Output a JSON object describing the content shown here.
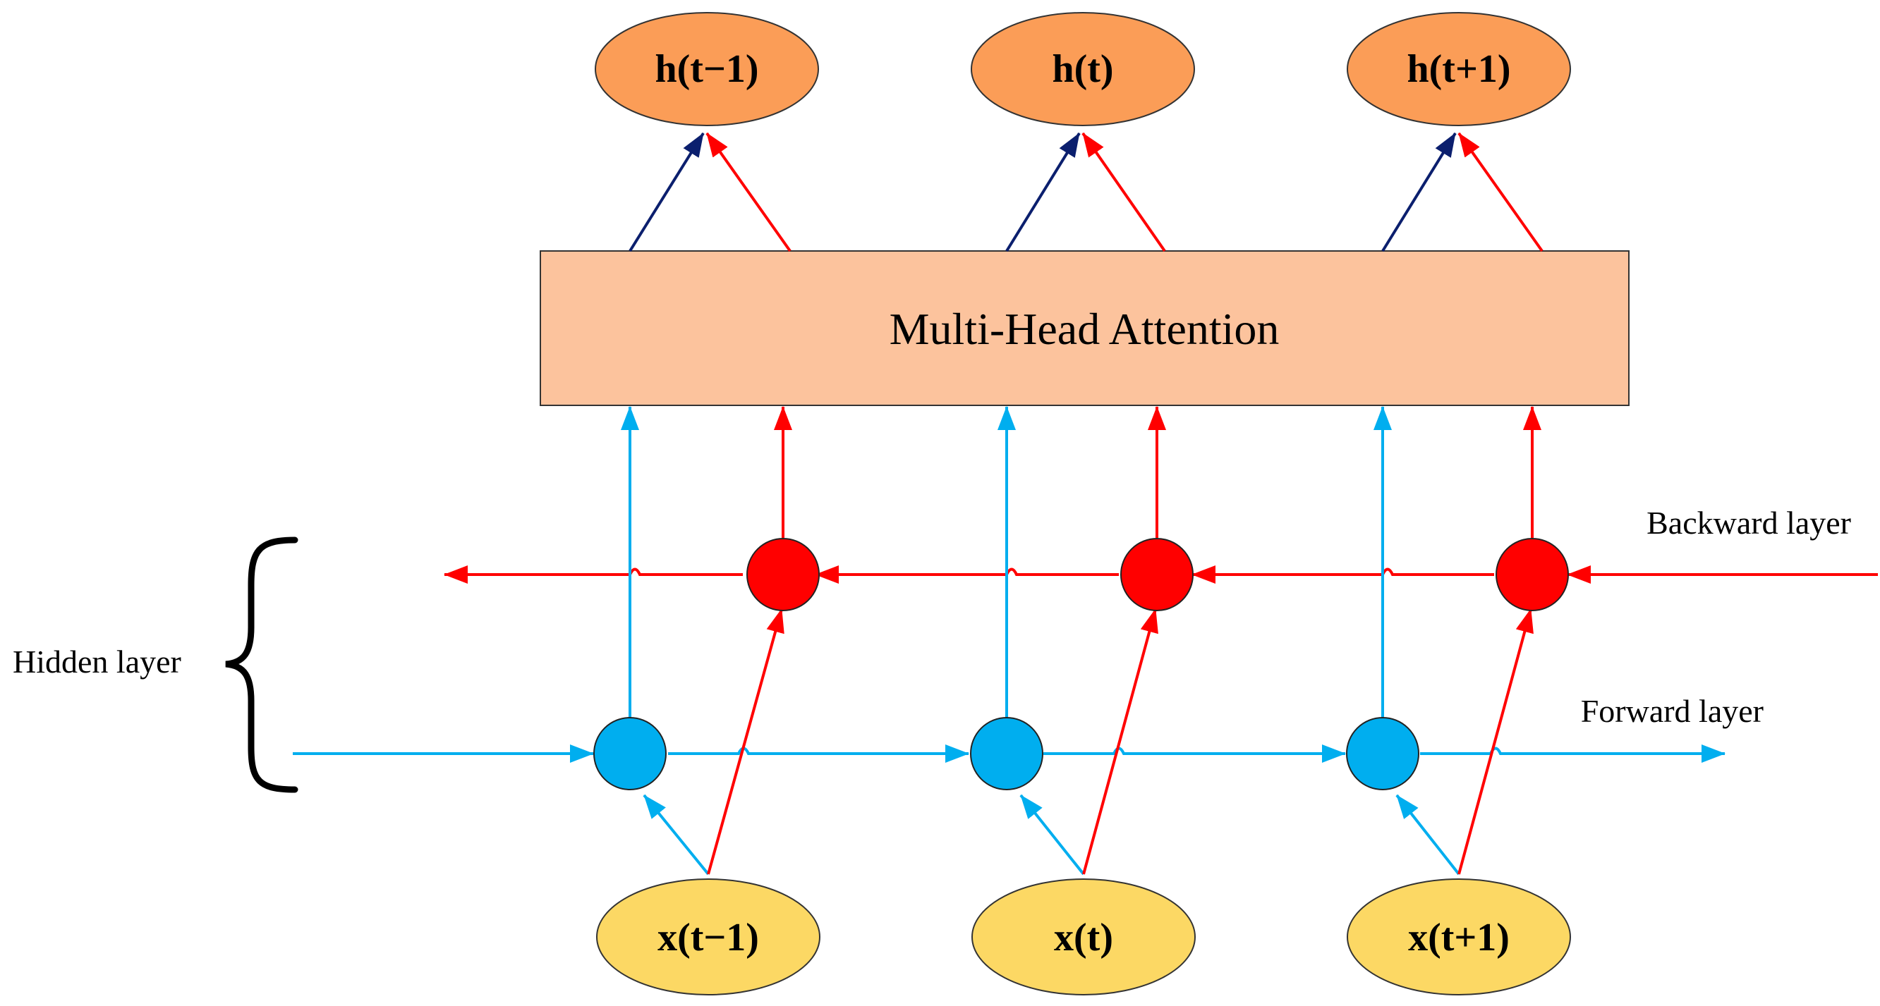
{
  "outputs": [
    "h(t−1)",
    "h(t)",
    "h(t+1)"
  ],
  "inputs": [
    "x(t−1)",
    "x(t)",
    "x(t+1)"
  ],
  "attention_label": "Multi-Head Attention",
  "hidden_layer_label": "Hidden layer",
  "backward_layer_label": "Backward layer",
  "forward_layer_label": "Forward layer",
  "colors": {
    "output_node": "#fb9d57",
    "input_node": "#fcd864",
    "attention_box": "#fcc39d",
    "forward": "#00aeef",
    "backward": "#ff0000",
    "forward_to_output": "#0b1f6e",
    "brace": "#000000"
  }
}
